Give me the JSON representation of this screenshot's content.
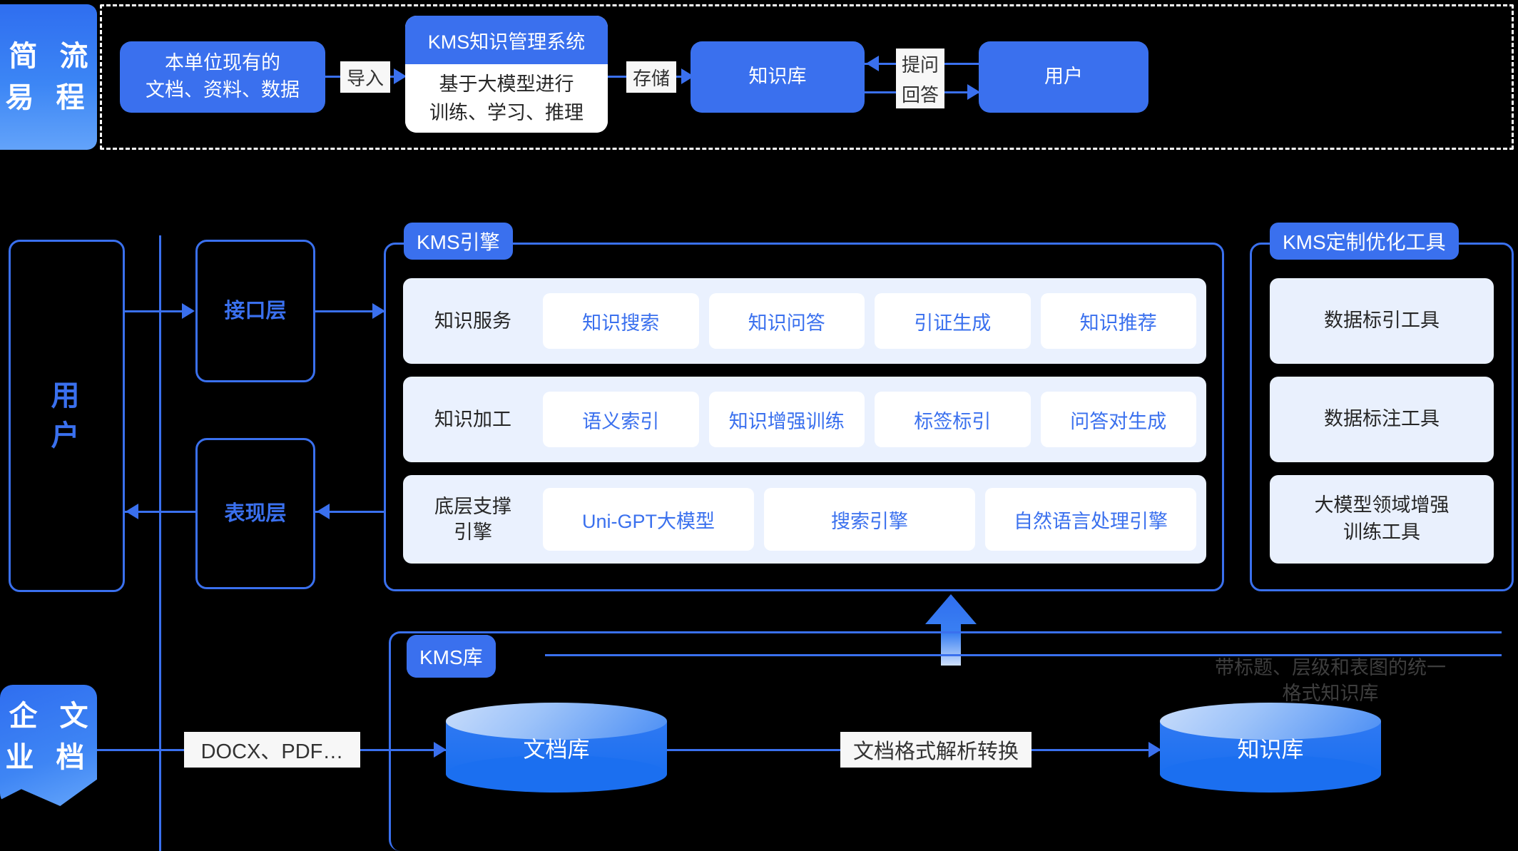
{
  "colors": {
    "accent": "#3a70ee",
    "panel_fill": "#eaf1fe",
    "cell_fill": "#ffffff",
    "tool_fill": "#e9f0fd",
    "background": "#000000",
    "label_fill": "#f7f7f7"
  },
  "flow_section": {
    "ribbon_label": "简 流\n易 程",
    "source_box": "本单位现有的\n文档、资料、数据",
    "import_label": "导入",
    "kms_system": {
      "header": "KMS知识管理系统",
      "body": "基于大模型进行\n训练、学习、推理"
    },
    "store_label": "存储",
    "knowledge_base": "知识库",
    "ask_label": "提问",
    "answer_label": "回答",
    "user": "用户"
  },
  "middle_section": {
    "user_box": "用\n户",
    "interface_layer": "接口层",
    "presentation_layer": "表现层",
    "engine_panel": {
      "title": "KMS引擎",
      "rows": [
        {
          "label": "知识服务",
          "cells": [
            "知识搜索",
            "知识问答",
            "引证生成",
            "知识推荐"
          ]
        },
        {
          "label": "知识加工",
          "cells": [
            "语义索引",
            "知识增强训练",
            "标签标引",
            "问答对生成"
          ]
        },
        {
          "label": "底层支撑\n引擎",
          "cells": [
            "Uni-GPT大模型",
            "搜索引擎",
            "自然语言处理引擎"
          ]
        }
      ]
    },
    "tools_panel": {
      "title": "KMS定制优化工具",
      "items": [
        "数据标引工具",
        "数据标注工具",
        "大模型领域增强\n训练工具"
      ]
    }
  },
  "bottom_section": {
    "enterprise_doc_label": "企 文\n业 档",
    "format_label": "DOCX、PDF…",
    "kms_store_title": "KMS库",
    "doc_store": "文档库",
    "convert_label": "文档格式解析转换",
    "knowledge_store": "知识库",
    "ghost_note": "带标题、层级和表图的统一\n格式知识库"
  }
}
